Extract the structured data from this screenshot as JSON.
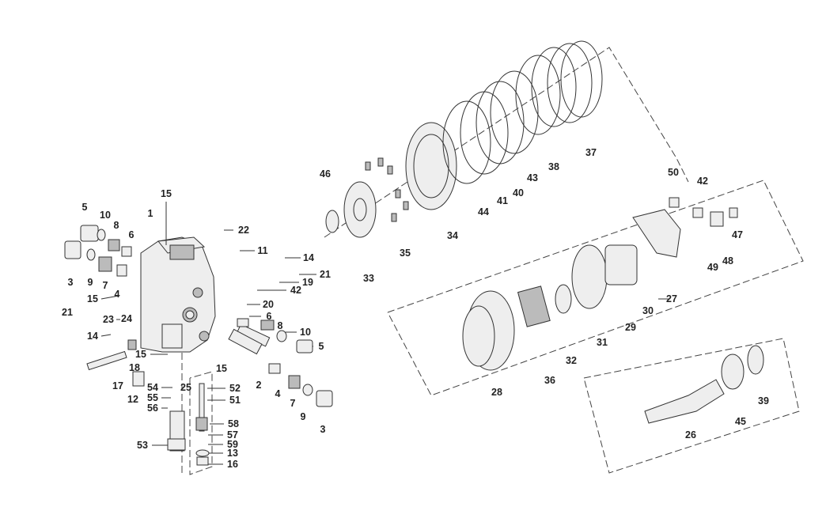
{
  "diagram": {
    "title": "Travel motor exploded parts diagram",
    "colors": {
      "line": "#333333",
      "background": "#ffffff"
    },
    "callouts": [
      "15",
      "5",
      "10",
      "1",
      "8",
      "6",
      "22",
      "11",
      "14",
      "3",
      "9",
      "7",
      "4",
      "15",
      "21",
      "19",
      "42",
      "20",
      "21",
      "23",
      "24",
      "6",
      "8",
      "10",
      "14",
      "5",
      "15",
      "15",
      "18",
      "17",
      "12",
      "2",
      "4",
      "54",
      "25",
      "52",
      "55",
      "51",
      "56",
      "7",
      "9",
      "3",
      "58",
      "57",
      "59",
      "13",
      "53",
      "16",
      "46",
      "33",
      "35",
      "34",
      "44",
      "41",
      "40",
      "43",
      "38",
      "37",
      "50",
      "42",
      "47",
      "48",
      "49",
      "27",
      "30",
      "29",
      "31",
      "32",
      "36",
      "28",
      "26",
      "45",
      "39"
    ]
  }
}
